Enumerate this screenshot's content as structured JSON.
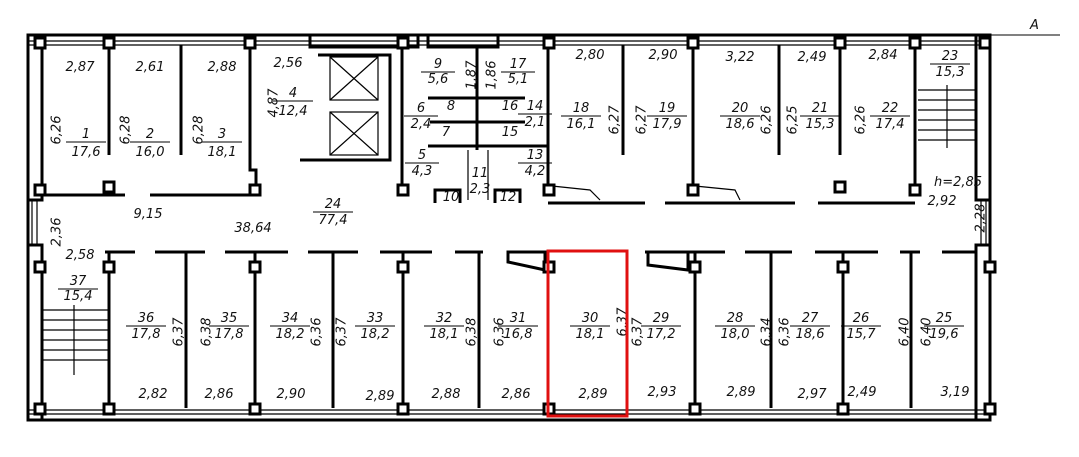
{
  "axis_label": "A",
  "highlight_color": "#e01010",
  "highlighted_room": "30",
  "rooms": [
    {
      "number": "1",
      "area": "17,6"
    },
    {
      "number": "2",
      "area": "16,0"
    },
    {
      "number": "3",
      "area": "18,1"
    },
    {
      "number": "4",
      "area": "12,4"
    },
    {
      "number": "9",
      "area": "5,6"
    },
    {
      "number": "17",
      "area": "5,1"
    },
    {
      "number": "6",
      "area": "2,4"
    },
    {
      "number": "8",
      "area": ""
    },
    {
      "number": "16",
      "area": ""
    },
    {
      "number": "14",
      "area": "2,1"
    },
    {
      "number": "7",
      "area": ""
    },
    {
      "number": "15",
      "area": ""
    },
    {
      "number": "5",
      "area": "4,3"
    },
    {
      "number": "13",
      "area": "4,2"
    },
    {
      "number": "11",
      "area": "2,3"
    },
    {
      "number": "10",
      "area": ""
    },
    {
      "number": "12",
      "area": ""
    },
    {
      "number": "18",
      "area": "16,1"
    },
    {
      "number": "19",
      "area": "17,9"
    },
    {
      "number": "20",
      "area": "18,6"
    },
    {
      "number": "21",
      "area": "15,3"
    },
    {
      "number": "22",
      "area": "17,4"
    },
    {
      "number": "23",
      "area": "15,3"
    },
    {
      "number": "24",
      "area": "77,4"
    },
    {
      "number": "37",
      "area": "15,4"
    },
    {
      "number": "36",
      "area": "17,8"
    },
    {
      "number": "35",
      "area": "17,8"
    },
    {
      "number": "34",
      "area": "18,2"
    },
    {
      "number": "33",
      "area": "18,2"
    },
    {
      "number": "32",
      "area": "18,1"
    },
    {
      "number": "31",
      "area": "16,8"
    },
    {
      "number": "30",
      "area": "18,1"
    },
    {
      "number": "29",
      "area": "17,2"
    },
    {
      "number": "28",
      "area": "18,0"
    },
    {
      "number": "27",
      "area": "18,6"
    },
    {
      "number": "26",
      "area": "15,7"
    },
    {
      "number": "25",
      "area": "19,6"
    }
  ],
  "dimensions": [
    "2,87",
    "2,61",
    "2,88",
    "2,56",
    "2,80",
    "2,90",
    "3,22",
    "2,49",
    "2,84",
    "h=2,85",
    "2,92",
    "9,15",
    "38,64",
    "2,58",
    "2,82",
    "2,86",
    "2,90",
    "2,89",
    "2,88",
    "2,86",
    "2,89",
    "2,93",
    "2,89",
    "2,97",
    "2,49",
    "3,19",
    "6,26",
    "6,28",
    "6,28",
    "4,87",
    "1,87",
    "1,86",
    "6,27",
    "6,27",
    "6,26",
    "6,25",
    "6,26",
    "2,36",
    "2,28",
    "6,37",
    "6,38",
    "6,36",
    "6,37",
    "6,38",
    "6,36",
    "6,37",
    "6,37",
    "6,34",
    "6,36",
    "6,40",
    "6,40"
  ]
}
